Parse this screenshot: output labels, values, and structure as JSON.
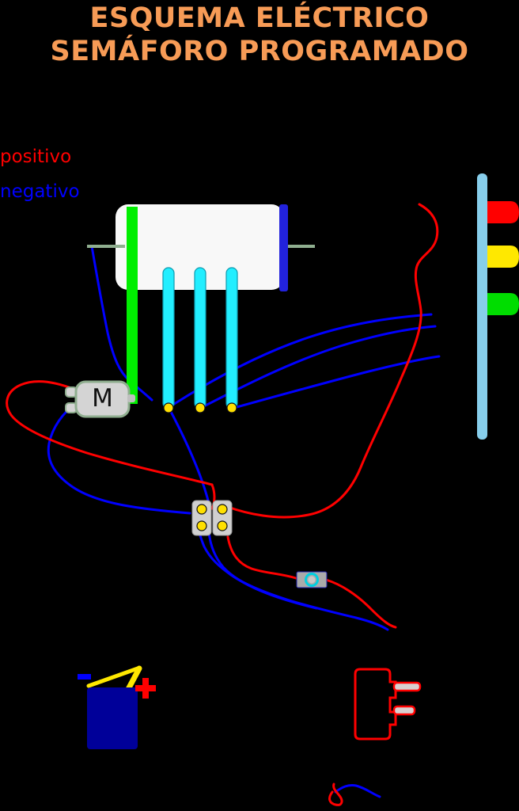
{
  "title": {
    "line1": "ESQUEMA ELÉCTRICO",
    "line2": "SEMÁFORO PROGRAMADO",
    "color": "#F79B56"
  },
  "legend": {
    "positive_label": "positivo",
    "positive_color": "#FF0000",
    "negative_label": "negativo",
    "negative_color": "#0000FF"
  },
  "controller": {
    "body_color": "#F8F8F8",
    "green_rail_color": "#00EE00",
    "blue_rail_color": "#2222DD",
    "pin_color": "#22EEFF",
    "terminal_color": "#FFE000",
    "lead_color": "#8FAE8F",
    "pins": [
      {
        "name": "pin-1"
      },
      {
        "name": "pin-2"
      },
      {
        "name": "pin-3"
      }
    ]
  },
  "motor_module": {
    "label": "M",
    "body_color": "#D4D4D4",
    "border_color": "#8FAE8F"
  },
  "traffic_light": {
    "pole_color": "#87CEEB",
    "lamps": [
      {
        "name": "red-lamp",
        "color": "#FF0000"
      },
      {
        "name": "yellow-lamp",
        "color": "#FFE800"
      },
      {
        "name": "green-lamp",
        "color": "#00DD00"
      }
    ]
  },
  "terminal_block": {
    "body_color": "#D0D0D0",
    "screw_color": "#FFE000",
    "screw_count": 4
  },
  "switch": {
    "body_color": "#AAAAAA",
    "ring_color": "#00CFE0",
    "knob_color": "#C8C8C8"
  },
  "battery": {
    "body_color": "#000099",
    "minus_label": "−",
    "minus_color": "#0000FF",
    "plus_label": "+",
    "plus_color": "#FF0000",
    "lead_color": "#FFE800"
  },
  "power_plug": {
    "outline_color": "#FF0000",
    "prong_color": "#D8D0D0"
  },
  "wires": {
    "positive_color": "#FF0000",
    "negative_color": "#0000FF"
  }
}
